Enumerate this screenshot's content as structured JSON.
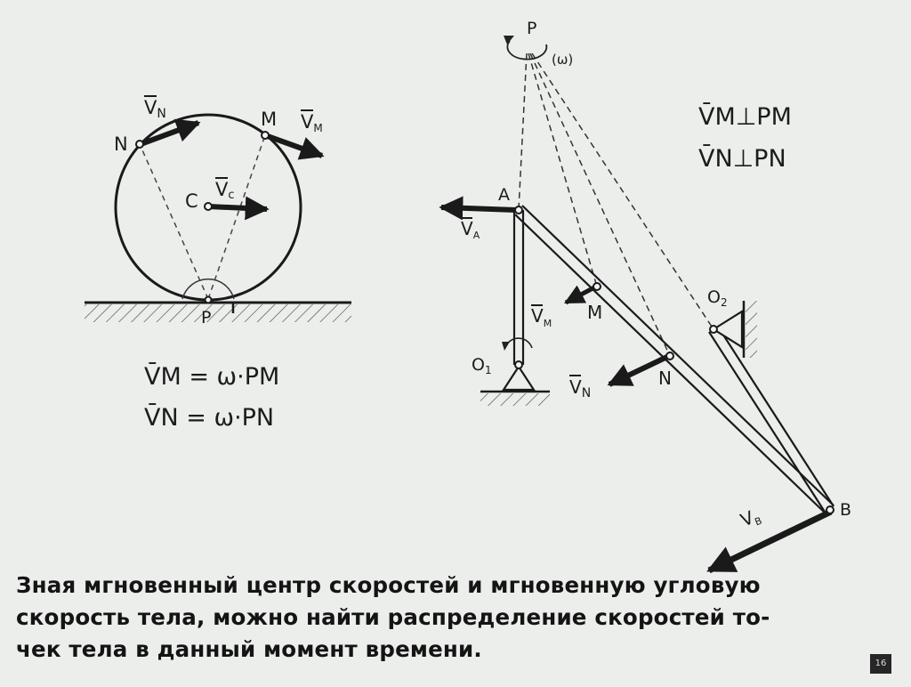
{
  "wheel": {
    "labels": {
      "N": "N",
      "M": "M",
      "C": "C",
      "P": "P"
    },
    "vectors": {
      "vN": "V",
      "vN_sub": "N",
      "vM": "V",
      "vM_sub": "M",
      "vC": "V",
      "vC_sub": "c"
    },
    "formula1": "V̄M = ω·PM",
    "formula2": "V̄N = ω·PN"
  },
  "mechanism": {
    "labels": {
      "P": "P",
      "omega": "(ω)",
      "A": "A",
      "M": "M",
      "N": "N",
      "O1": "O",
      "O1_sub": "1",
      "O2": "O",
      "O2_sub": "2",
      "B": "B"
    },
    "vectors": {
      "vA": "V",
      "vA_sub": "A",
      "vM": "V",
      "vM_sub": "M",
      "vN": "V",
      "vN_sub": "N",
      "vB": "V",
      "vB_sub": "B"
    },
    "relation1": "V̄M⊥PM",
    "relation2": "V̄N⊥PN"
  },
  "caption": {
    "line1": "Зная мгновенный центр скоростей и мгновенную угловую",
    "line2": "скорость тела, можно найти распределение скоростей то-",
    "line3": "чек тела в данный момент времени."
  },
  "page_number": "16"
}
